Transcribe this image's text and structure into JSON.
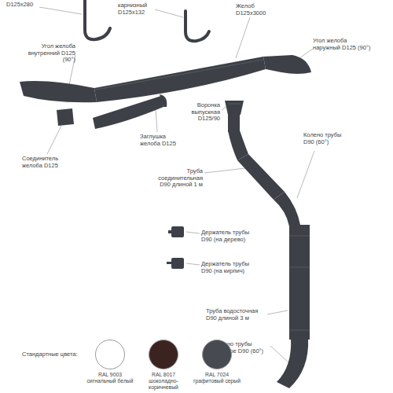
{
  "diagram": {
    "labels": [
      "D125x280",
      "карнизный D125x132",
      "Желоб D125x3000",
      "Угол желоба наружный D125 (90°)",
      "Угол желоба внутренний D125 (90°)",
      "Воронка выпускная D125/90",
      "Соединитель желоба D125",
      "Заглушка желоба D125",
      "Колено трубы D90 (60°)",
      "Труба соединительная D90 длиной 1 м",
      "Держатель трубы D90 (на дерево)",
      "Держатель трубы D90 (на кирпич)",
      "Труба водосточная D90 длиной 3 м",
      "Колено трубы сливное D90 (60°)",
      "Стандартные цвета:"
    ],
    "legend": [
      {
        "text": "RAL 9003 сигнальный белый",
        "color": "#ffffff"
      },
      {
        "text": "RAL 8017 шоколадно-коричневый",
        "color": "#3b2420"
      },
      {
        "text": "RAL 7024 графитовый серый",
        "color": "#474a51"
      }
    ]
  }
}
